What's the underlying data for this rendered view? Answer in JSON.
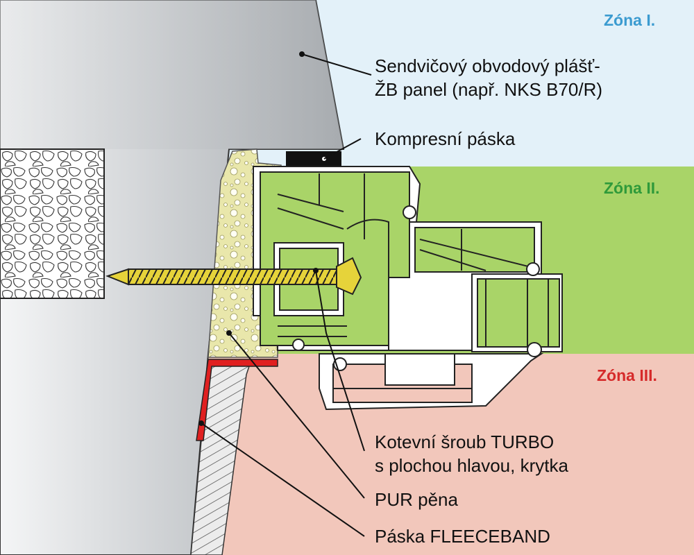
{
  "zones": {
    "zone1": {
      "label": "Zóna I.",
      "color": "#3b9bd0",
      "band": "#e3f1f9"
    },
    "zone2": {
      "label": "Zóna II.",
      "color": "#2f9a3a",
      "band": "#a9d468"
    },
    "zone3": {
      "label": "Zóna III.",
      "color": "#d62a2a",
      "band": "#f2c7bb"
    }
  },
  "labels": {
    "panel_line1": "Sendvičový obvodový plášť-",
    "panel_line2": "ŽB panel (např. NKS B70/R)",
    "compression_tape": "Kompresní páska",
    "screw_line1": "Kotevní šroub TURBO",
    "screw_line2": "s plochou hlavou, krytka",
    "pur_foam": "PUR pěna",
    "fleeceband": "Páska FLEECEBAND"
  },
  "colors": {
    "wall_grey": "#c4c7c9",
    "foam_yellow": "#e9e7ab",
    "profile_green": "#a9d468",
    "fleeceband_red": "#e02020",
    "screw_yellow": "#e6d33a",
    "tape_black": "#111111"
  }
}
